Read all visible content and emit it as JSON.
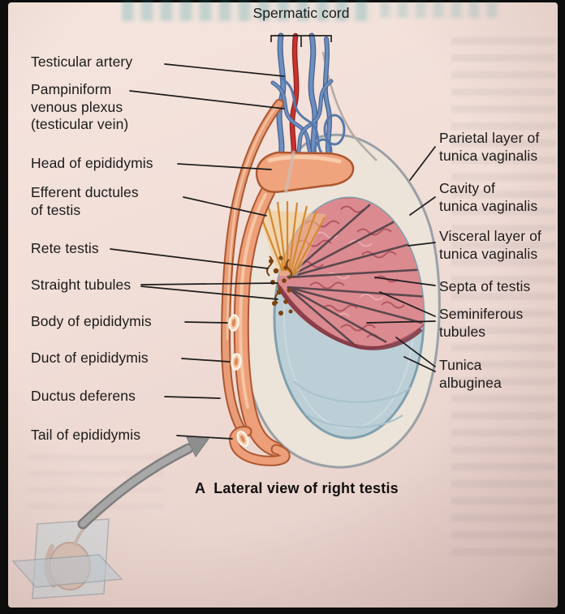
{
  "labels": {
    "spermatic_cord": "Spermatic cord",
    "testicular_artery": "Testicular artery",
    "pampiniform_venous_plexus": "Pampiniform\nvenous plexus\n(testicular vein)",
    "head_of_epididymis": "Head of epididymis",
    "efferent_ductules_of_testis": "Efferent ductules\nof testis",
    "rete_testis": "Rete testis",
    "straight_tubules": "Straight tubules",
    "body_of_epididymis": "Body of epididymis",
    "duct_of_epididymis": "Duct of epididymis",
    "ductus_deferens": "Ductus deferens",
    "tail_of_epididymis": "Tail of epididymis",
    "parietal_layer_of_tunica_vaginalis": "Parietal layer of\ntunica vaginalis",
    "cavity_of_tunica_vaginalis": "Cavity of\ntunica vaginalis",
    "visceral_layer_of_tunica_vaginalis": "Visceral layer of\ntunica vaginalis",
    "septa_of_testis": "Septa of testis",
    "seminiferous_tubules": "Seminiferous\ntubules",
    "tunica_albuginea": "Tunica\nalbuginea"
  },
  "caption": {
    "letter": "A",
    "text": "Lateral view of right testis"
  },
  "colors": {
    "page_background": "#f0ded8",
    "artery_red": "#c8332e",
    "vein_blue": "#6d8fc0",
    "epididymis_salmon": "#eda27f",
    "seminiferous_pink": "#db8a90",
    "tunica_blue_gray": "#bccfd6",
    "efferent_orange": "#d4892f",
    "rete_brown": "#7d420e",
    "arrow_gray": "#8f8f8f",
    "leader_line": "#1c1c1c",
    "bleedthrough_teal": "#1e96a0"
  }
}
